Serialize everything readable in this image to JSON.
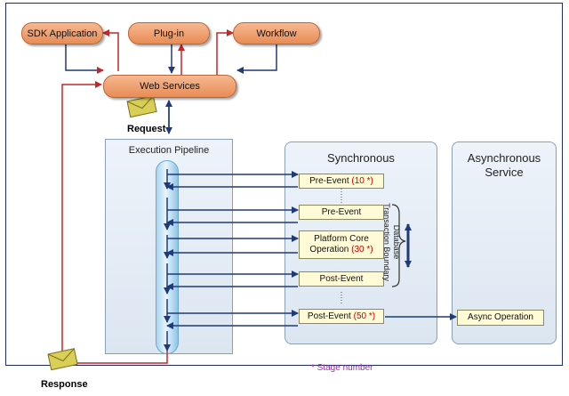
{
  "nodes": {
    "sdk_application": "SDK Application",
    "plugin": "Plug-in",
    "workflow": "Workflow",
    "web_services": "Web Services"
  },
  "labels": {
    "request": "Request",
    "response": "Response"
  },
  "panels": {
    "execution_pipeline": "Execution Pipeline",
    "synchronous": "Synchronous",
    "asynchronous_service": "Asynchronous Service"
  },
  "stages": {
    "pre_event_10": {
      "text": "Pre-Event",
      "number": "(10 *)"
    },
    "pre_event": {
      "text": "Pre-Event"
    },
    "platform_core": {
      "line1": "Platform Core",
      "line2": "Operation",
      "number": "(30 *)"
    },
    "post_event": {
      "text": "Post-Event"
    },
    "post_event_50": {
      "text": "Post-Event",
      "number": "(50 *)"
    },
    "async_operation": {
      "text": "Async Operation"
    }
  },
  "boundary": {
    "line1": "Database",
    "line2": "Transaction Boundary"
  },
  "legend": "* Stage number",
  "colors": {
    "arrow_blue": "#1f3a78",
    "arrow_red": "#c0282a",
    "pill_orange": "#ec9460",
    "stage_fill": "#fffbd6",
    "panel_fill": "#dfe8f3"
  }
}
